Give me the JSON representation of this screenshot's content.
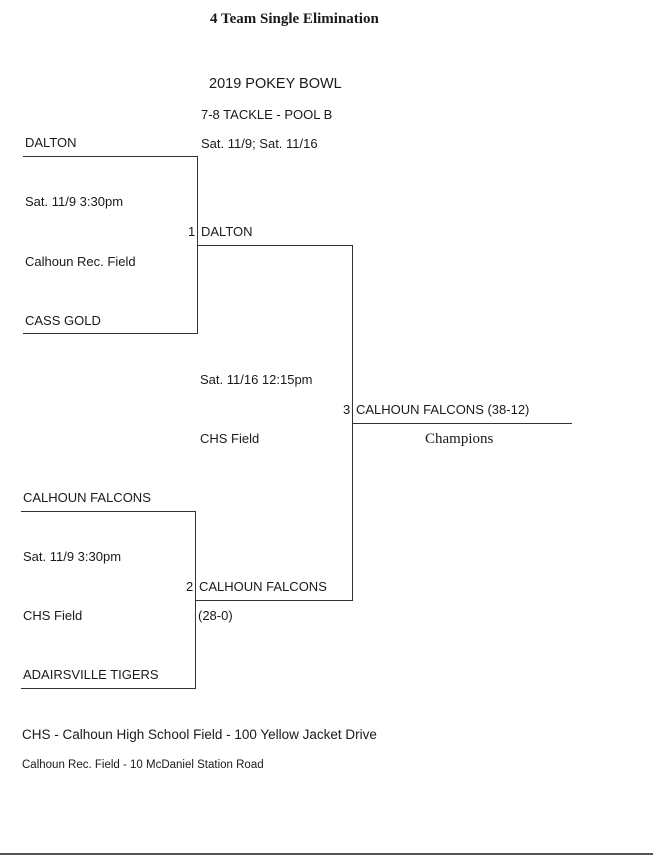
{
  "document": {
    "title": "4 Team Single Elimination",
    "event_name": "2019 POKEY BOWL",
    "division": "7-8 TACKLE - POOL B",
    "dates": "Sat. 11/9; Sat. 11/16"
  },
  "bracket": {
    "round1": [
      {
        "game_number": "1",
        "team_top": "DALTON",
        "team_bottom": "CASS GOLD",
        "time": "Sat. 11/9 3:30pm",
        "location": "Calhoun Rec. Field",
        "winner": "DALTON",
        "score": ""
      },
      {
        "game_number": "2",
        "team_top": "CALHOUN FALCONS",
        "team_bottom": "ADAIRSVILLE TIGERS",
        "time": "Sat. 11/9 3:30pm",
        "location": "CHS Field",
        "winner": "CALHOUN FALCONS",
        "score": "(28-0)"
      }
    ],
    "final": {
      "game_number": "3",
      "time": "Sat. 11/16 12:15pm",
      "location": "CHS Field",
      "winner": "CALHOUN FALCONS (38-12)",
      "champion_label": "Champions"
    }
  },
  "footer": {
    "notes": [
      "CHS - Calhoun High School Field - 100 Yellow Jacket Drive",
      "Calhoun Rec. Field - 10 McDaniel Station Road"
    ]
  }
}
